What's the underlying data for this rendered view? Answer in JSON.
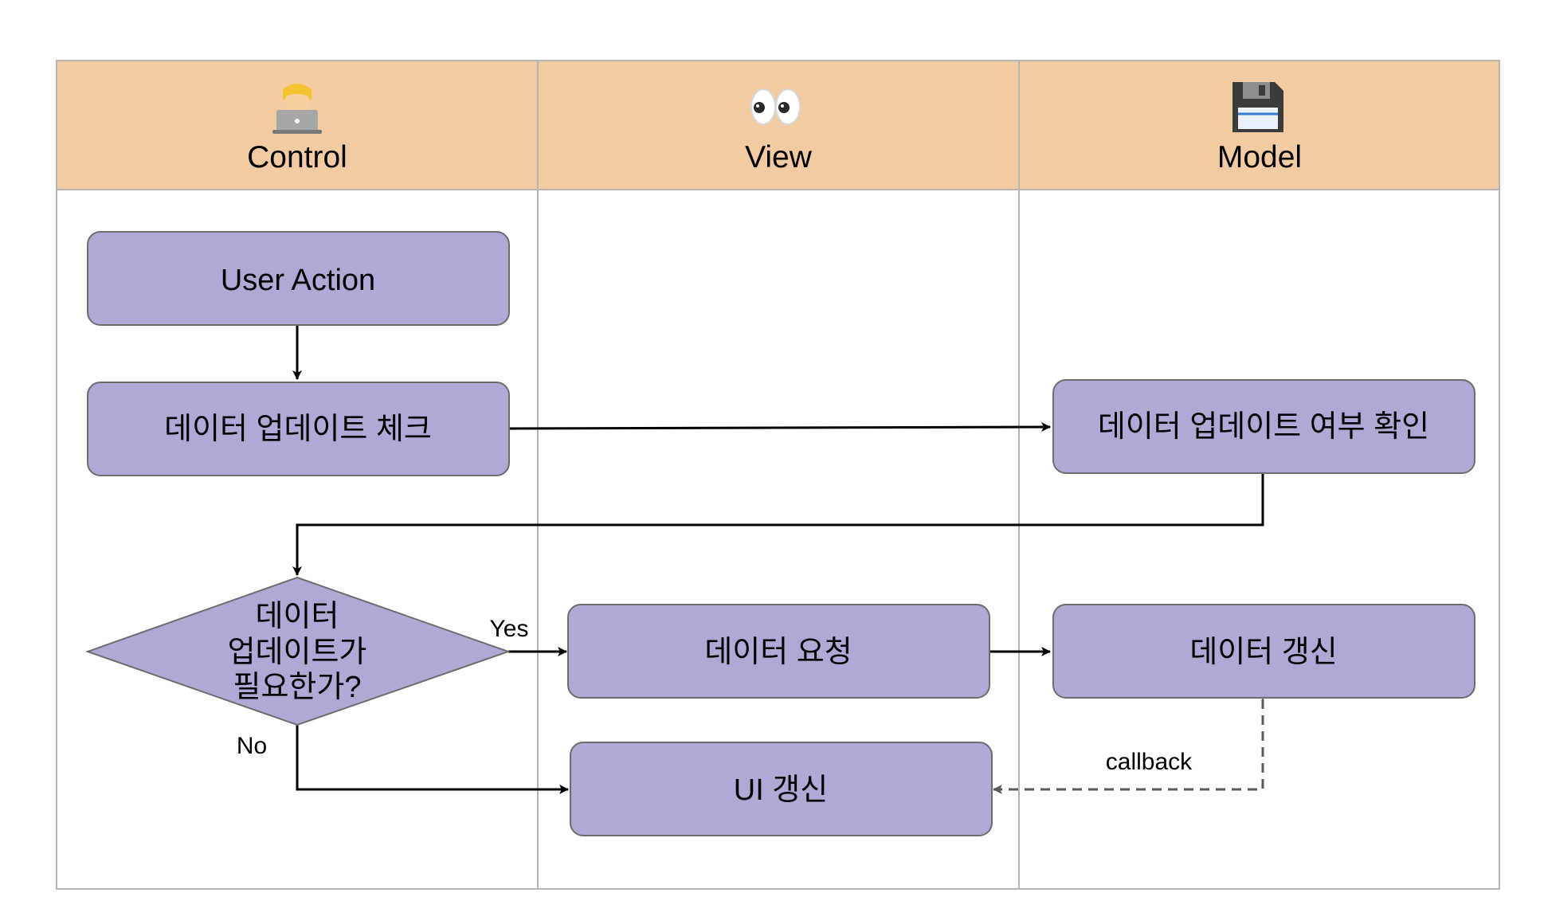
{
  "colors": {
    "header_fill": "#f2cba3",
    "border": "#b5b5b5",
    "node_fill": "#b1a8d6",
    "node_stroke": "#6d6d6d",
    "arrow": "#000000",
    "callback_arrow": "#5a5a5a"
  },
  "lanes": [
    {
      "title": "Control",
      "icon": "technologist-icon"
    },
    {
      "title": "View",
      "icon": "eyes-icon"
    },
    {
      "title": "Model",
      "icon": "floppy-disk-icon"
    }
  ],
  "nodes": {
    "user_action": "User Action",
    "check_update": "데이터 업데이트 체크",
    "confirm_update": "데이터 업데이트 여부 확인",
    "decision": [
      "데이터",
      "업데이트가",
      "필요한가?"
    ],
    "request_data": "데이터 요청",
    "refresh_data": "데이터 갱신",
    "refresh_ui": "UI 갱신"
  },
  "edge_labels": {
    "yes": "Yes",
    "no": "No",
    "callback": "callback"
  }
}
